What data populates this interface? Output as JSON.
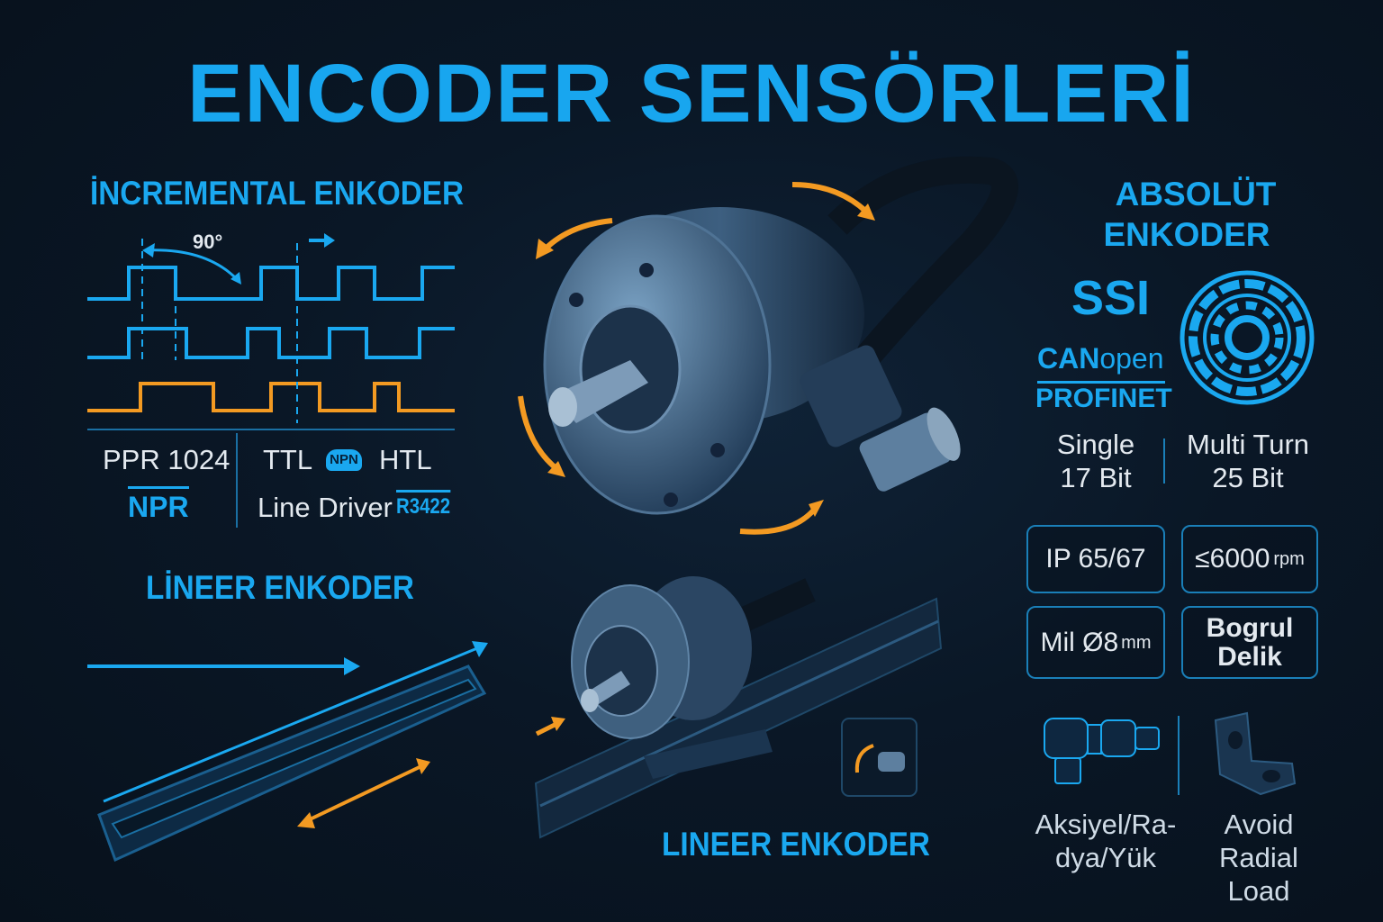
{
  "title": "ENCODER SENSÖRLERİ",
  "incremental": {
    "heading": "İNCREMENTAL ENKODER",
    "phase_label": "90°",
    "ppr": "PPR 1024",
    "npr_logo": "NPR",
    "ttl": "TTL",
    "npn_badge": "NPN",
    "htl": "HTL",
    "line_driver": "Line Driver",
    "rs422": "R3422"
  },
  "linear_left": {
    "heading": "LİNEER ENKODER"
  },
  "linear_center": {
    "heading": "LINEER ENKODER"
  },
  "absolute": {
    "heading_line1": "ABSOLÜT",
    "heading_line2": "ENKODER",
    "ssi": "SSI",
    "canopen_can": "CAN",
    "canopen_open": "open",
    "profinet": "PROFINET",
    "single_line1": "Single",
    "single_line2": "17 Bit",
    "multi_line1": "Multi Turn",
    "multi_line2": "25 Bit"
  },
  "specs": [
    {
      "main": "IP 65/67",
      "unit": ""
    },
    {
      "main": "≤6000",
      "unit": "rpm"
    },
    {
      "main": "Mil Ø8",
      "unit": "mm"
    },
    {
      "main": "Bogrul Delik",
      "unit": ""
    }
  ],
  "load": {
    "axial_line1": "Aksiyel/Ra-",
    "axial_line2": "dya/Yük",
    "avoid_line1": "Avoid",
    "avoid_line2": "Radial Load"
  },
  "colors": {
    "accent": "#1aa8f0",
    "orange": "#f39a22",
    "background": "#0a1726"
  }
}
